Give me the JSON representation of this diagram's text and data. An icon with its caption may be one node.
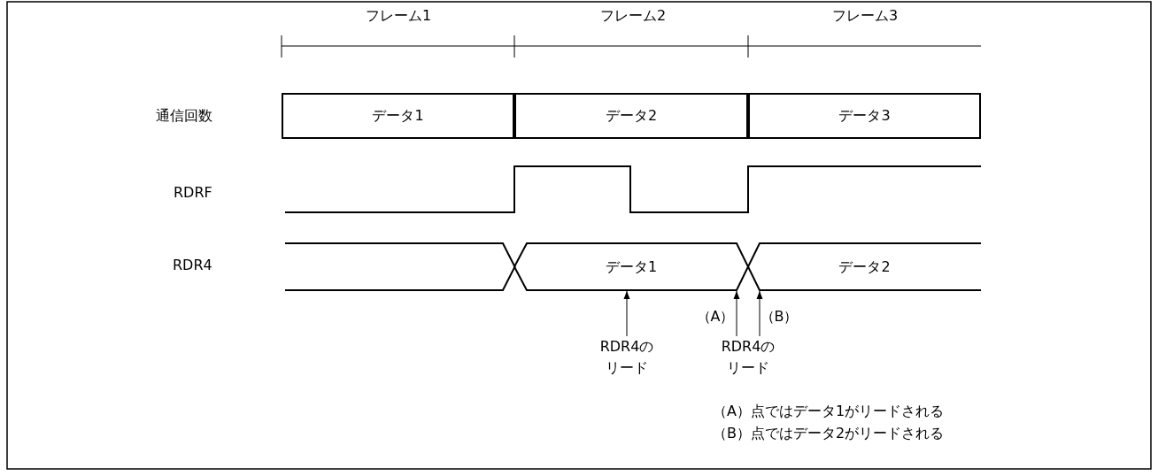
{
  "diagram": {
    "nodes": [
      {
        "text": [
          "データ1"
        ]
      },
      {
        "text": [
          "データ2"
        ]
      },
      {
        "text": [
          "データ3"
        ]
      },
      {
        "text": [
          "データ1"
        ]
      },
      {
        "text": [
          "データ2"
        ]
      },
      {
        "text": [
          "RDR4のリード"
        ]
      },
      {
        "text": [
          "RDR4のリード"
        ]
      }
    ],
    "edges": [
      {
        "from": 5,
        "to": 3,
        "arrow": "to"
      },
      {
        "from": 6,
        "to": 3,
        "arrow": "to"
      },
      {
        "from": 6,
        "to": 4,
        "arrow": "to"
      }
    ],
    "labels": [
      "フレーム1",
      "フレーム2",
      "フレーム3",
      "通信回数",
      "RDRF",
      "RDR4",
      "（A）",
      "（B）",
      "（A）点ではデータ1がリードされる",
      "（B）点ではデータ2がリードされる"
    ]
  }
}
